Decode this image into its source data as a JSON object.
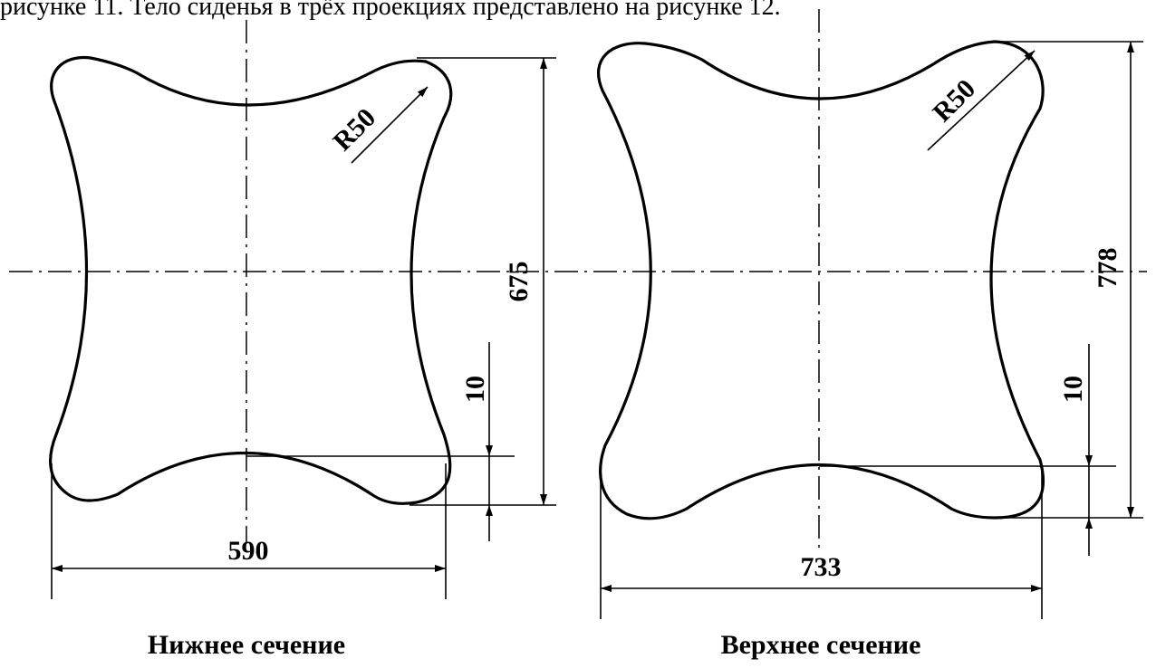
{
  "header_text": "рисунке 11. Тело сиденья в трёх проекциях представлено на рисунке 12.",
  "sections": [
    {
      "caption": "Нижнее сечение",
      "width_label": "590",
      "height_label": "675",
      "radius_label": "R50",
      "offset_label": "10"
    },
    {
      "caption": "Верхнее сечение",
      "width_label": "733",
      "height_label": "778",
      "radius_label": "R50",
      "offset_label": "10"
    }
  ]
}
